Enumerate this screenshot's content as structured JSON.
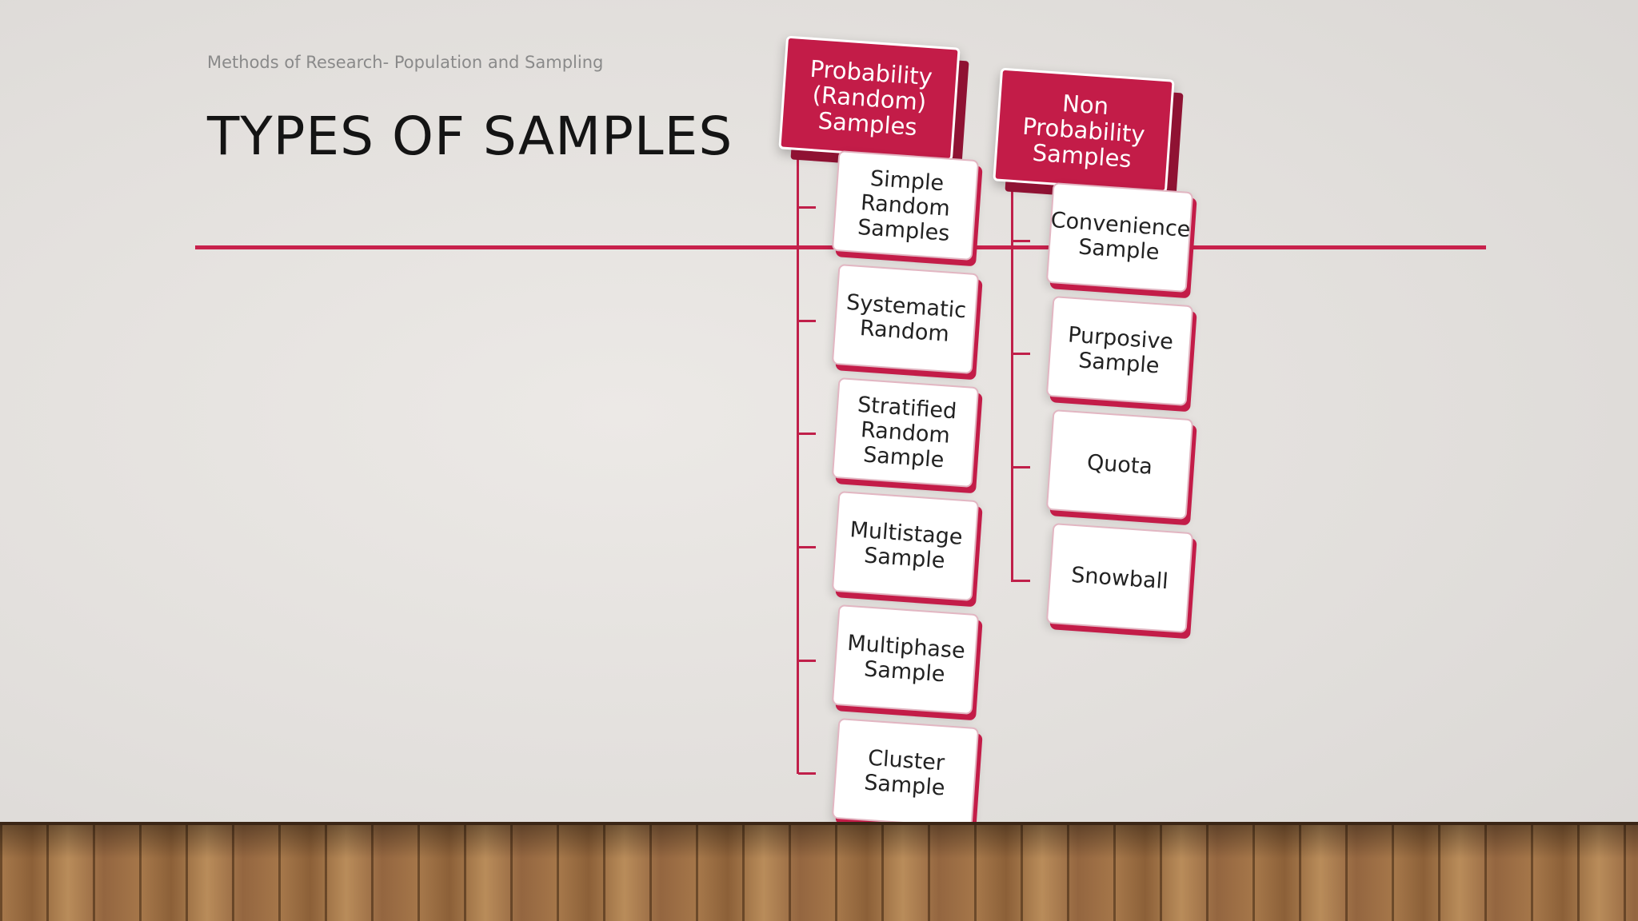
{
  "slide": {
    "subtitle": "Methods of Research- Population and Sampling",
    "title": "TYPES OF SAMPLES"
  },
  "diagram": {
    "probability": {
      "heading": "Probability\n(Random)\nSamples",
      "items": [
        "Simple\nRandom\nSamples",
        "Systematic\nRandom",
        "Stratified\nRandom\nSample",
        "Multistage\nSample",
        "Multiphase\nSample",
        "Cluster\nSample"
      ]
    },
    "non_probability": {
      "heading": "Non\nProbability\nSamples",
      "items": [
        "Convenience\nSample",
        "Purposive\nSample",
        "Quota",
        "Snowball"
      ]
    }
  },
  "colors": {
    "accent": "#c31c48",
    "rule": "#c8214c"
  }
}
